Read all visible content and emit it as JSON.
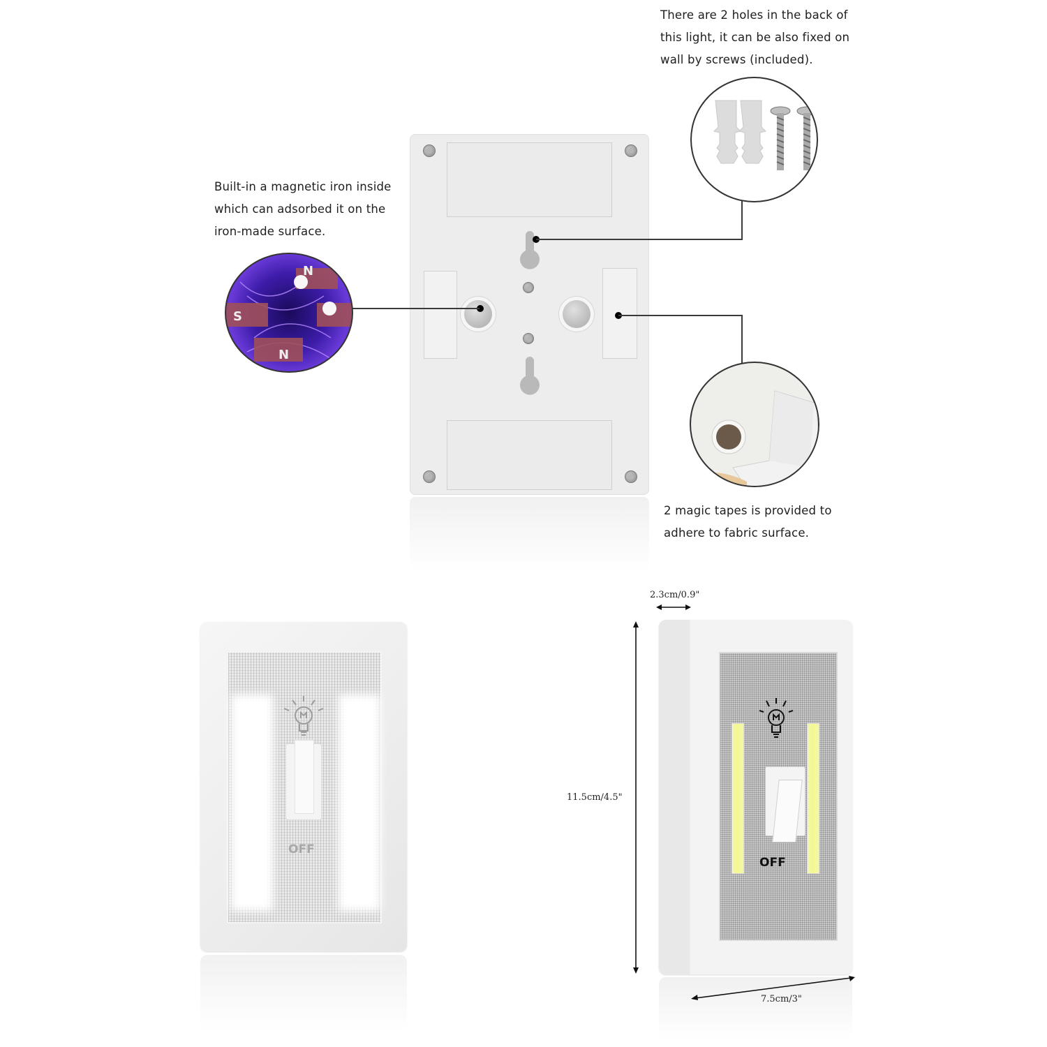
{
  "callouts": {
    "screws": {
      "lines": [
        "There are 2 holes in the back of",
        "this light, it can be also fixed on",
        "wall by screws (included)."
      ],
      "icon": "wall-anchors-and-screws"
    },
    "magnet": {
      "lines": [
        "Built-in a magnetic iron inside",
        "which can adsorbed it on the",
        "iron-made surface."
      ],
      "icon": "magnetic-field"
    },
    "tape": {
      "lines": [
        "2 magic tapes is provided to",
        "adhere to fabric surface."
      ],
      "icon": "velcro-tape"
    }
  },
  "products": {
    "lit_switch": {
      "label": "OFF",
      "state": "on"
    },
    "unlit_switch": {
      "label": "OFF",
      "state": "off"
    }
  },
  "dimensions": {
    "depth": "2.3cm/0.9\"",
    "height": "11.5cm/4.5\"",
    "width": "7.5cm/3\""
  },
  "colors": {
    "plate": "#ededed",
    "cob_led": "#f5f98a",
    "magnet_field": "#5a2be0",
    "callout_line": "#3a3a3a"
  }
}
